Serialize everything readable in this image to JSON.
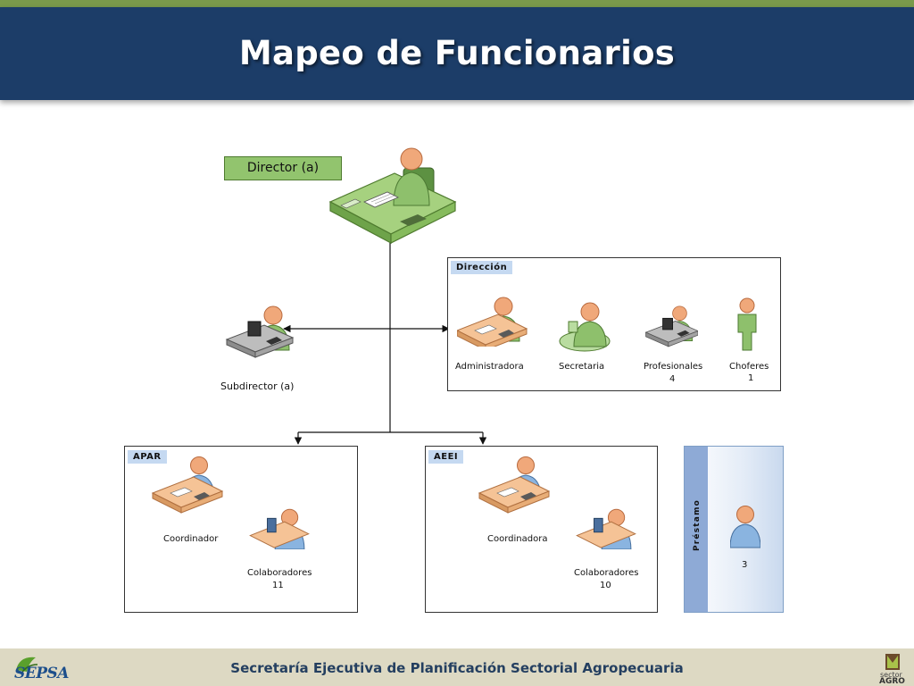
{
  "title": "Mapeo de Funcionarios",
  "footer": {
    "text": "Secretaría Ejecutiva de Planificación Sectorial Agropecuaria"
  },
  "logos": {
    "sepsa": "SEPSA",
    "agro_line1": "sector",
    "agro_line2": "AGRO"
  },
  "colors": {
    "top_stripe": "#7a9a4b",
    "header": "#1c3d68",
    "footer": "#ddd9c3",
    "green_figure": "#8ec06c",
    "blue_figure": "#8ab4e0",
    "skin": "#f0a87a"
  },
  "director": {
    "label": "Director (a)"
  },
  "subdirector": {
    "label": "Subdirector (a)"
  },
  "direccion": {
    "tag": "Dirección",
    "members": [
      {
        "role": "Administradora",
        "count": ""
      },
      {
        "role": "Secretaria",
        "count": ""
      },
      {
        "role": "Profesionales",
        "count": "4"
      },
      {
        "role": "Choferes",
        "count": "1"
      }
    ]
  },
  "apar": {
    "tag": "APAR",
    "lead": "Coordinador",
    "team": "Colaboradores",
    "team_count": "11"
  },
  "aeei": {
    "tag": "AEEI",
    "lead": "Coordinadora",
    "team": "Colaboradores",
    "team_count": "10"
  },
  "prestamo": {
    "label": "Préstamo",
    "count": "3"
  }
}
